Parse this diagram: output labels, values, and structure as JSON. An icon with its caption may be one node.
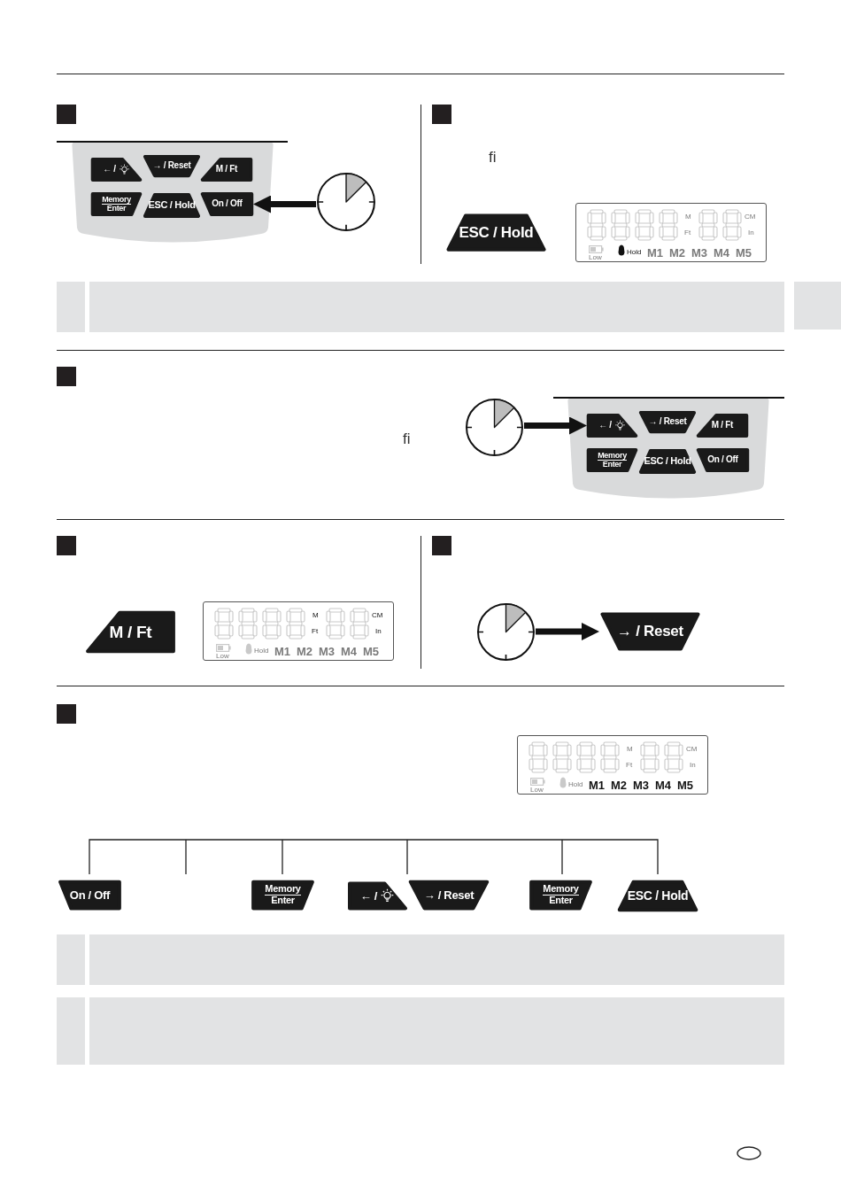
{
  "diagram": {
    "nodes": [
      {
        "text": [],
        "shape": "box"
      },
      {
        "text": [
          "← /"
        ],
        "in": 0
      },
      {
        "text": [
          "→ / Reset"
        ],
        "in": 0
      },
      {
        "text": [
          "M / Ft"
        ],
        "in": 0
      },
      {
        "text": [
          "Memory",
          "Enter"
        ],
        "in": 0
      },
      {
        "text": [
          "ESC / Hold"
        ],
        "in": 0
      },
      {
        "text": [
          "On / Off"
        ],
        "in": 0
      },
      {
        "text": [],
        "shape": "picture"
      },
      {
        "text": [
          "ESC / Hold"
        ]
      },
      {
        "text": [
          "M",
          "CM",
          "Ft",
          "In",
          "Low",
          "Hold",
          "M1",
          "M2",
          "M3",
          "M4",
          "M5"
        ]
      },
      {
        "text": [],
        "shape": "picture"
      },
      {
        "text": [],
        "shape": "box"
      },
      {
        "text": [
          "← /"
        ],
        "in": 11
      },
      {
        "text": [
          "→ / Reset"
        ],
        "in": 11
      },
      {
        "text": [
          "M / Ft"
        ],
        "in": 11
      },
      {
        "text": [
          "Memory",
          "Enter"
        ],
        "in": 11
      },
      {
        "text": [
          "ESC / Hold"
        ],
        "in": 11
      },
      {
        "text": [
          "On / Off"
        ],
        "in": 11
      },
      {
        "text": [
          "M / Ft"
        ]
      },
      {
        "text": [
          "M",
          "CM",
          "Ft",
          "In",
          "Low",
          "Hold",
          "M1",
          "M2",
          "M3",
          "M4",
          "M5"
        ]
      },
      {
        "text": [],
        "shape": "picture"
      },
      {
        "text": [
          "→ / Reset"
        ]
      },
      {
        "text": [
          "M",
          "CM",
          "Ft",
          "In",
          "Low",
          "Hold",
          "M1",
          "M2",
          "M3",
          "M4",
          "M5"
        ]
      },
      {
        "text": [
          "On / Off"
        ]
      },
      {
        "text": [
          "Memory",
          "Enter"
        ]
      },
      {
        "text": [
          "← /"
        ]
      },
      {
        "text": [
          "→ / Reset"
        ]
      },
      {
        "text": [
          "Memory",
          "Enter"
        ]
      },
      {
        "text": [
          "ESC / Hold"
        ]
      }
    ],
    "edges": [
      {
        "from": 7,
        "to": 6,
        "arrow": "to"
      },
      {
        "from": 10,
        "to": 12,
        "arrow": "to"
      },
      {
        "from": 20,
        "to": 21,
        "arrow": "to"
      }
    ],
    "labels": [
      "fi",
      "fi"
    ]
  }
}
